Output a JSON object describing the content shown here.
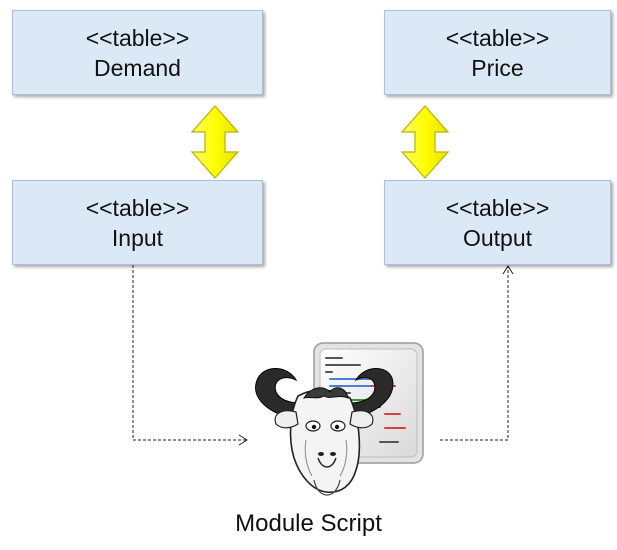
{
  "boxes": {
    "demand": {
      "stereotype": "<<table>>",
      "name": "Demand"
    },
    "price": {
      "stereotype": "<<table>>",
      "name": "Price"
    },
    "input": {
      "stereotype": "<<table>>",
      "name": "Input"
    },
    "output": {
      "stereotype": "<<table>>",
      "name": "Output"
    }
  },
  "script": {
    "label": "Module Script",
    "icon": "gnu-gcc-icon"
  },
  "colors": {
    "box_fill": "#dbe9f6",
    "box_border": "#a7c1d9",
    "arrow_fill": "#ffff00",
    "arrow_stroke": "#c8c800"
  }
}
